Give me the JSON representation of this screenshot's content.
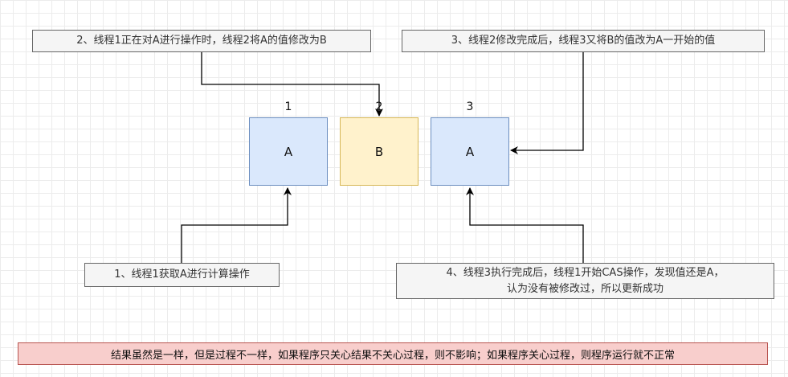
{
  "notes": {
    "step1": "1、线程1获取A进行计算操作",
    "step2": "2、线程1正在对A进行操作时，线程2将A的值修改为B",
    "step3": "3、线程2修改完成后，线程3又将B的值改为A一开始的值",
    "step4_line1": "4、线程3执行完成后，线程1开始CAS操作，发现值还是A，",
    "step4_line2": "认为没有被修改过，所以更新成功"
  },
  "boxes": [
    {
      "index": "1",
      "value": "A",
      "color": "#dae8fc"
    },
    {
      "index": "2",
      "value": "B",
      "color": "#fff2cc"
    },
    {
      "index": "3",
      "value": "A",
      "color": "#dae8fc"
    }
  ],
  "conclusion": "结果虽然是一样，但是过程不一样，如果程序只关心结果不关心过程，则不影响；如果程序关心过程，则程序运行就不正常",
  "colors": {
    "note_fill": "#f5f5f5",
    "blue_fill": "#dae8fc",
    "blue_stroke": "#6c8ebf",
    "yellow_fill": "#fff2cc",
    "yellow_stroke": "#d6b656",
    "red_fill": "#f8cecc",
    "red_stroke": "#b85450",
    "line": "#000000"
  }
}
